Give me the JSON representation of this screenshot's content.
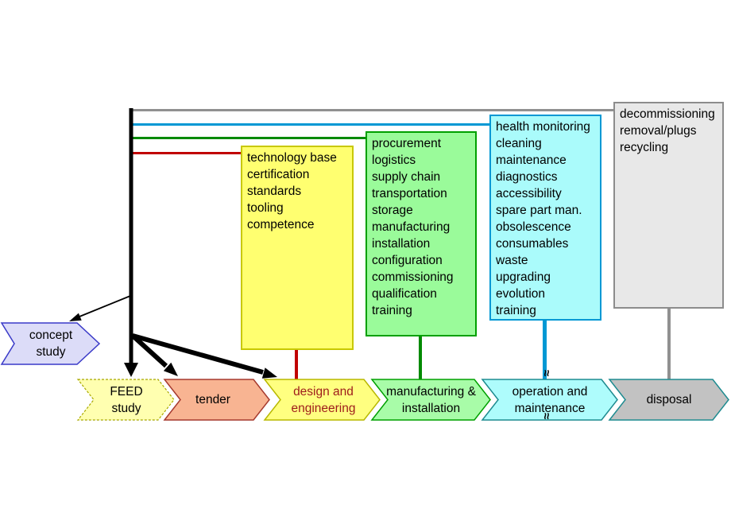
{
  "activity_boxes": {
    "design": {
      "items": [
        "technology base",
        "certification",
        "standards",
        "tooling",
        "competence"
      ]
    },
    "manufacturing": {
      "items": [
        "procurement",
        "logistics",
        "supply chain",
        "transportation",
        "storage",
        "manufacturing",
        "installation",
        "configuration",
        "commissioning",
        "qualification",
        "training"
      ]
    },
    "operation": {
      "items": [
        "health monitoring",
        "cleaning",
        "maintenance",
        "diagnostics",
        "accessibility",
        "spare part man.",
        "obsolescence",
        "consumables",
        "waste",
        "upgrading",
        "evolution",
        "training"
      ]
    },
    "disposal": {
      "items": [
        "decommissioning",
        "removal/plugs",
        "recycling"
      ]
    }
  },
  "phases": {
    "concept": {
      "label": [
        "concept",
        "study"
      ],
      "fill": "#DCDCF8",
      "border": "#3A3AC8"
    },
    "feed": {
      "label": [
        "FEED",
        "study"
      ],
      "fill": "#FFFFB0",
      "border": "#A8A800"
    },
    "tender": {
      "label": [
        "tender"
      ],
      "fill": "#F8B492",
      "border": "#A63A2E"
    },
    "design": {
      "label": [
        "design and",
        "engineering"
      ],
      "fill": "#FFFF80",
      "border": "#B8B800",
      "text_color": "#9E1B1B"
    },
    "manufacturing": {
      "label": [
        "manufacturing &",
        "installation"
      ],
      "fill": "#A8FCA8",
      "border": "#00A000"
    },
    "operation": {
      "label": [
        "operation and",
        "maintenance"
      ],
      "fill": "#AEFCFC",
      "border": "#1E8B90"
    },
    "disposal": {
      "label": [
        "disposal"
      ],
      "fill": "#C2C2C2",
      "border": "#1E8B90"
    }
  },
  "break_mark": "≈",
  "colors": {
    "connector_red": "#C00000",
    "connector_green": "#008A00",
    "connector_blue": "#0098D4",
    "connector_gray": "#909090",
    "arrow_black": "#000000",
    "box_yellow_fill": "#FFFF70",
    "box_green_fill": "#9AFB9A",
    "box_cyan_fill": "#AAFBFB",
    "box_gray_fill": "#E8E8E8"
  }
}
